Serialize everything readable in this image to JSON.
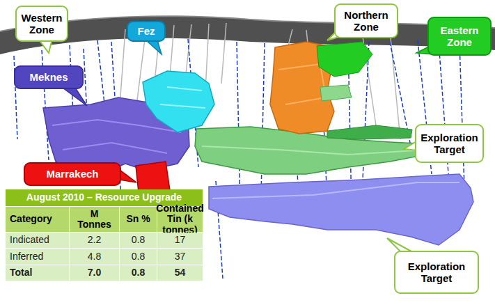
{
  "diagram": {
    "nodes": [
      {
        "text": [
          "Western Zone"
        ]
      },
      {
        "text": [
          "Northern Zone"
        ]
      },
      {
        "text": [
          "Fez"
        ]
      },
      {
        "text": [
          "Eastern Zone"
        ]
      },
      {
        "text": [
          "Meknes"
        ]
      },
      {
        "text": [
          "Exploration Target"
        ]
      },
      {
        "text": [
          "Marrakech"
        ]
      },
      {
        "text": [
          "Exploration Target"
        ]
      }
    ],
    "labels": [
      "August 2010 – Resource Upgrade",
      "Category",
      "M Tonnes",
      "Sn %",
      "Contained Tin (k tonnes)",
      "Indicated",
      "2.2",
      "0.8",
      "17",
      "Inferred",
      "4.8",
      "0.8",
      "37",
      "Total",
      "7.0",
      "0.8",
      "54"
    ]
  }
}
